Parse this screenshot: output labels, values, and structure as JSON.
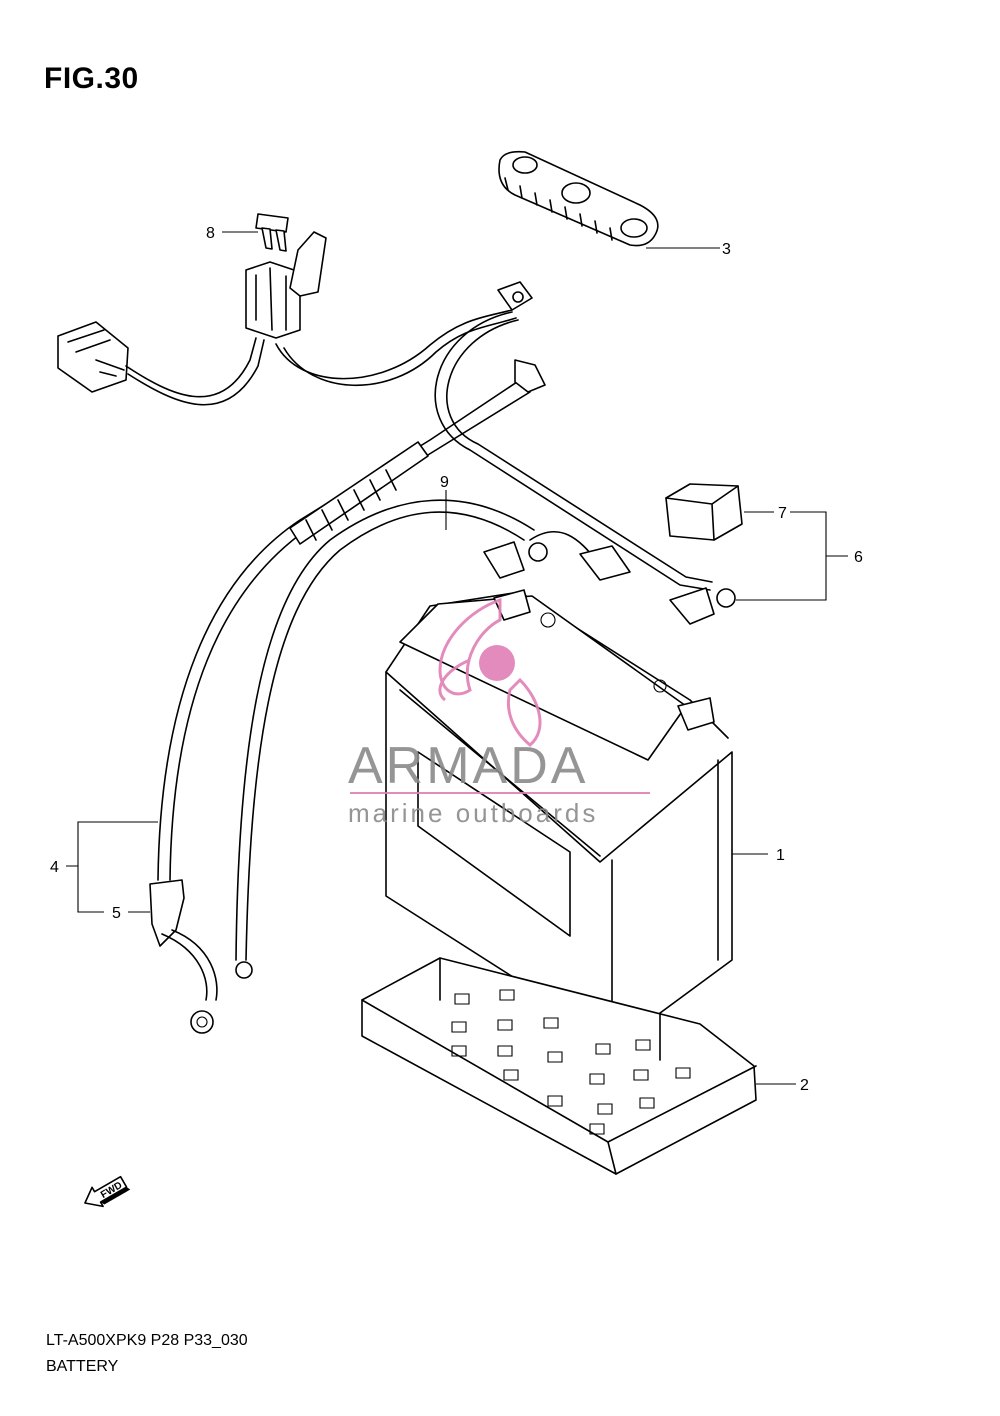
{
  "figure": {
    "title": "FIG.30"
  },
  "callouts": [
    {
      "id": "1",
      "label": "1"
    },
    {
      "id": "2",
      "label": "2"
    },
    {
      "id": "3",
      "label": "3"
    },
    {
      "id": "4",
      "label": "4"
    },
    {
      "id": "5",
      "label": "5"
    },
    {
      "id": "6",
      "label": "6"
    },
    {
      "id": "7",
      "label": "7"
    },
    {
      "id": "8",
      "label": "8"
    },
    {
      "id": "9",
      "label": "9"
    }
  ],
  "fwd_arrow": {
    "label": "FWD",
    "icon": "fwd-arrow-icon"
  },
  "watermark": {
    "brand": "ARMADA",
    "tagline": "marine outboards",
    "color": "#e07fb5",
    "text_color": "#8a8a8a"
  },
  "footer": {
    "model_code": "LT-A500XPK9 P28 P33_030",
    "name": "BATTERY"
  }
}
